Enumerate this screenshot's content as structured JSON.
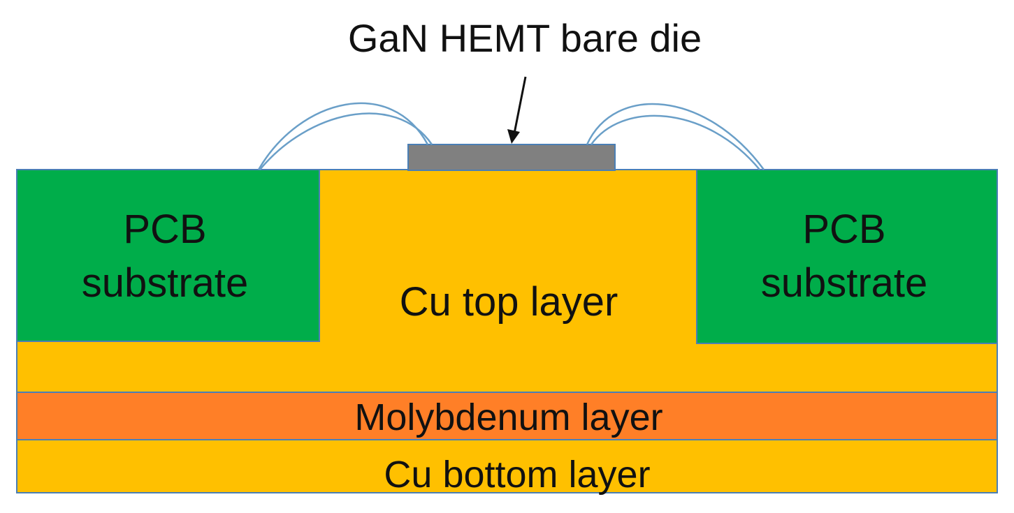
{
  "title": "GaN HEMT bare die",
  "labels": {
    "pcb_left_line1": "PCB",
    "pcb_left_line2": "substrate",
    "pcb_right_line1": "PCB",
    "pcb_right_line2": "substrate",
    "cu_top": "Cu top layer",
    "molybdenum": "Molybdenum layer",
    "cu_bottom": "Cu bottom layer"
  },
  "colors": {
    "pcb_green": "#00AD4A",
    "copper_gold": "#FFC000",
    "molybdenum_orange": "#FF7F27",
    "die_gray": "#808080",
    "outline_blue": "#4A7FB5",
    "wire_blue": "#6A9FC8"
  }
}
